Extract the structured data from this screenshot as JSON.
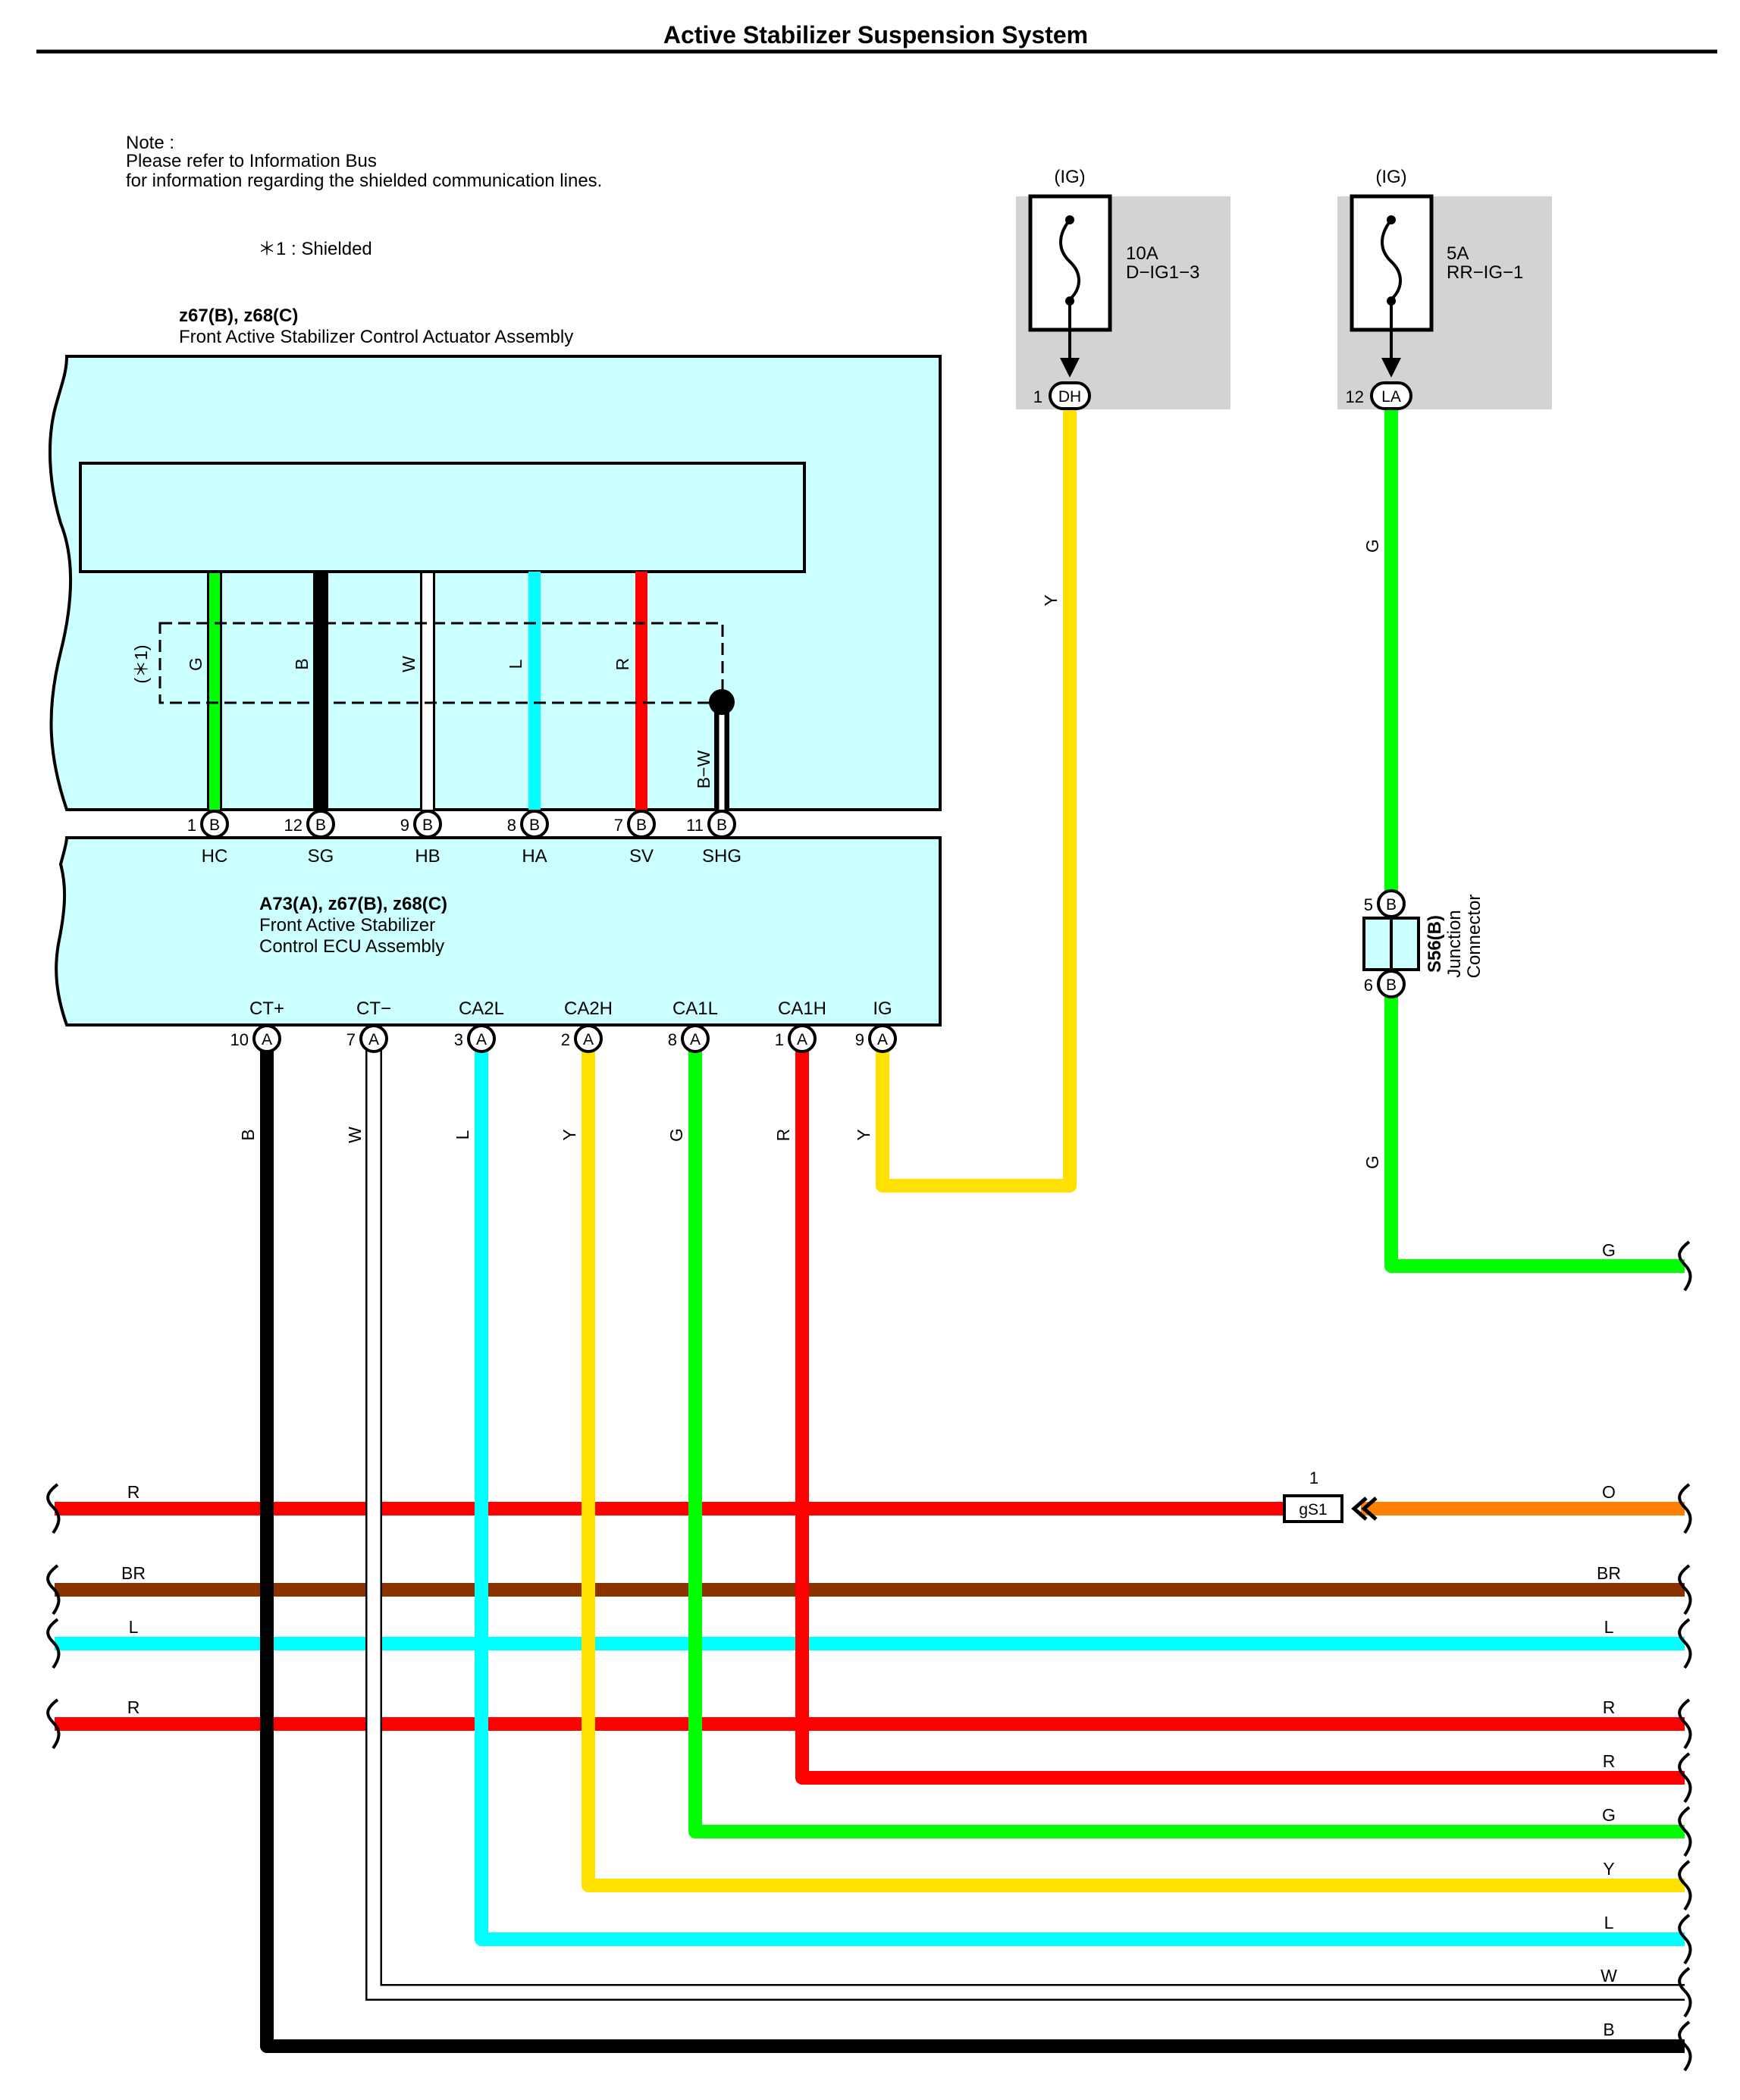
{
  "title": "Active Stabilizer Suspension System",
  "note": {
    "heading": "Note :",
    "line1": "Please refer to Information Bus",
    "line2": "for information regarding the shielded communication lines.",
    "footnote": "＊1 : Shielded"
  },
  "actuator": {
    "code": "z67(B), z68(C)",
    "name": "Front Active Stabilizer Control Actuator Assembly",
    "shield_label": "(＊1)",
    "drain_wire": "B−W"
  },
  "ecu": {
    "code": "A73(A), z67(B), z68(C)",
    "name_line1": "Front Active Stabilizer",
    "name_line2": "Control ECU Assembly"
  },
  "b_pins": [
    {
      "num": "1",
      "conn": "B",
      "name": "HC",
      "wire": "G"
    },
    {
      "num": "12",
      "conn": "B",
      "name": "SG",
      "wire": "B"
    },
    {
      "num": "9",
      "conn": "B",
      "name": "HB",
      "wire": "W"
    },
    {
      "num": "8",
      "conn": "B",
      "name": "HA",
      "wire": "L"
    },
    {
      "num": "7",
      "conn": "B",
      "name": "SV",
      "wire": "R"
    },
    {
      "num": "11",
      "conn": "B",
      "name": "SHG",
      "wire": ""
    }
  ],
  "a_pins": [
    {
      "num": "10",
      "conn": "A",
      "name": "CT+",
      "wire": "B"
    },
    {
      "num": "7",
      "conn": "A",
      "name": "CT−",
      "wire": "W"
    },
    {
      "num": "3",
      "conn": "A",
      "name": "CA2L",
      "wire": "L"
    },
    {
      "num": "2",
      "conn": "A",
      "name": "CA2H",
      "wire": "Y"
    },
    {
      "num": "8",
      "conn": "A",
      "name": "CA1L",
      "wire": "G"
    },
    {
      "num": "1",
      "conn": "A",
      "name": "CA1H",
      "wire": "R"
    },
    {
      "num": "9",
      "conn": "A",
      "name": "IG",
      "wire": "Y"
    }
  ],
  "fuses": [
    {
      "source": "(IG)",
      "rating": "10A",
      "name": "D−IG1−3",
      "pin": "1",
      "conn": "DH",
      "wire": "Y"
    },
    {
      "source": "(IG)",
      "rating": "5A",
      "name": "RR−IG−1",
      "pin": "12",
      "conn": "LA",
      "wire": "G"
    }
  ],
  "junction": {
    "code": "S56(B)",
    "name_line1": "Junction",
    "name_line2": "Connector",
    "pin_in": "5",
    "pin_out": "6",
    "conn": "B",
    "wire_out": "G",
    "exit_wire": "G"
  },
  "ground_conn": {
    "pin": "1",
    "name": "gS1"
  },
  "bus_lines": [
    {
      "left": "R",
      "right": "O"
    },
    {
      "left": "BR",
      "right": "BR"
    },
    {
      "left": "L",
      "right": "L"
    },
    {
      "left": "R",
      "right": "R"
    }
  ],
  "ecu_exit_wires": [
    "R",
    "G",
    "Y",
    "L",
    "W",
    "B"
  ],
  "colors": {
    "panel": "#ccffff",
    "fuse_box": "#d3d3d3",
    "G": "#00ff00",
    "B": "#000000",
    "W": "#ffffff",
    "L": "#00ffff",
    "R": "#ff0000",
    "Y": "#ffe100",
    "BR": "#8b3300",
    "O": "#ff8000"
  }
}
